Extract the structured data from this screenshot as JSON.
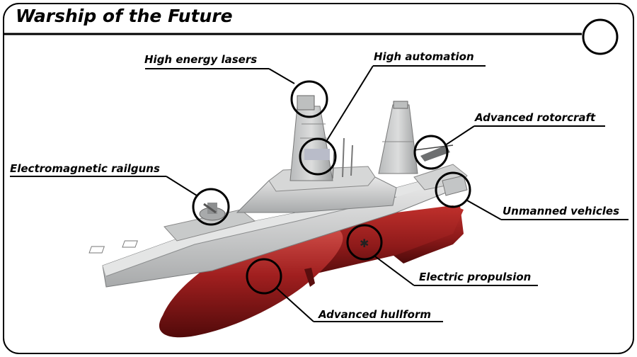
{
  "title": "Warship of the Future",
  "callouts": {
    "lasers": "High energy lasers",
    "automation": "High automation",
    "rotorcraft": "Advanced rotorcraft",
    "railguns": "Electromagnetic railguns",
    "unmanned": "Unmanned vehicles",
    "propulsion": "Electric propulsion",
    "hullform": "Advanced hullform"
  },
  "colors": {
    "hull": "#8e1a1a",
    "superstructure": "#c9cbcc",
    "outline": "#000000",
    "background": "#ffffff"
  }
}
